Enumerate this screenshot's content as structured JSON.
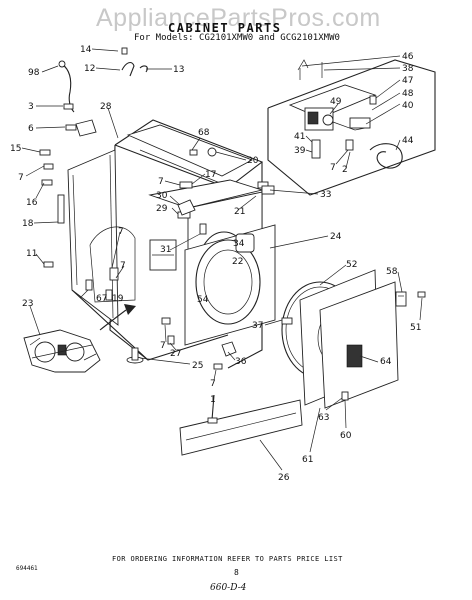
{
  "watermark": "AppliancePartsPros.com",
  "title": "CABINET PARTS",
  "models": "For Models: CG2101XMW0 and GCG2101XMW0",
  "footer": "FOR ORDERING INFORMATION REFER TO PARTS PRICE LIST",
  "page_number": "8",
  "doc_number": "694461",
  "handwritten_note": "660-D-4",
  "callouts": [
    {
      "id": "14",
      "text": "14"
    },
    {
      "id": "12",
      "text": "12"
    },
    {
      "id": "13",
      "text": "13"
    },
    {
      "id": "98",
      "text": "98"
    },
    {
      "id": "3",
      "text": "3"
    },
    {
      "id": "28",
      "text": "28"
    },
    {
      "id": "6",
      "text": "6"
    },
    {
      "id": "68",
      "text": "68"
    },
    {
      "id": "15",
      "text": "15"
    },
    {
      "id": "20",
      "text": "20"
    },
    {
      "id": "7a",
      "text": "7"
    },
    {
      "id": "7b",
      "text": "7"
    },
    {
      "id": "17",
      "text": "17"
    },
    {
      "id": "16",
      "text": "16"
    },
    {
      "id": "30",
      "text": "30"
    },
    {
      "id": "29",
      "text": "29"
    },
    {
      "id": "33",
      "text": "33"
    },
    {
      "id": "21",
      "text": "21"
    },
    {
      "id": "18",
      "text": "18"
    },
    {
      "id": "7c",
      "text": "7"
    },
    {
      "id": "31",
      "text": "31"
    },
    {
      "id": "34",
      "text": "34"
    },
    {
      "id": "24",
      "text": "24"
    },
    {
      "id": "11",
      "text": "11"
    },
    {
      "id": "7d",
      "text": "7"
    },
    {
      "id": "22",
      "text": "22"
    },
    {
      "id": "52",
      "text": "52"
    },
    {
      "id": "58",
      "text": "58"
    },
    {
      "id": "67",
      "text": "67"
    },
    {
      "id": "19",
      "text": "19"
    },
    {
      "id": "54",
      "text": "54"
    },
    {
      "id": "51",
      "text": "51"
    },
    {
      "id": "23",
      "text": "23"
    },
    {
      "id": "37",
      "text": "37"
    },
    {
      "id": "7e",
      "text": "7"
    },
    {
      "id": "27",
      "text": "27"
    },
    {
      "id": "36",
      "text": "36"
    },
    {
      "id": "25",
      "text": "25"
    },
    {
      "id": "64",
      "text": "64"
    },
    {
      "id": "7f",
      "text": "7"
    },
    {
      "id": "1",
      "text": "1"
    },
    {
      "id": "63",
      "text": "63"
    },
    {
      "id": "60",
      "text": "60"
    },
    {
      "id": "61",
      "text": "61"
    },
    {
      "id": "26",
      "text": "26"
    },
    {
      "id": "46",
      "text": "46"
    },
    {
      "id": "38",
      "text": "38"
    },
    {
      "id": "47",
      "text": "47"
    },
    {
      "id": "48",
      "text": "48"
    },
    {
      "id": "49",
      "text": "49"
    },
    {
      "id": "40",
      "text": "40"
    },
    {
      "id": "44",
      "text": "44"
    },
    {
      "id": "41",
      "text": "41"
    },
    {
      "id": "39",
      "text": "39"
    },
    {
      "id": "7g",
      "text": "7"
    },
    {
      "id": "2",
      "text": "2"
    }
  ]
}
